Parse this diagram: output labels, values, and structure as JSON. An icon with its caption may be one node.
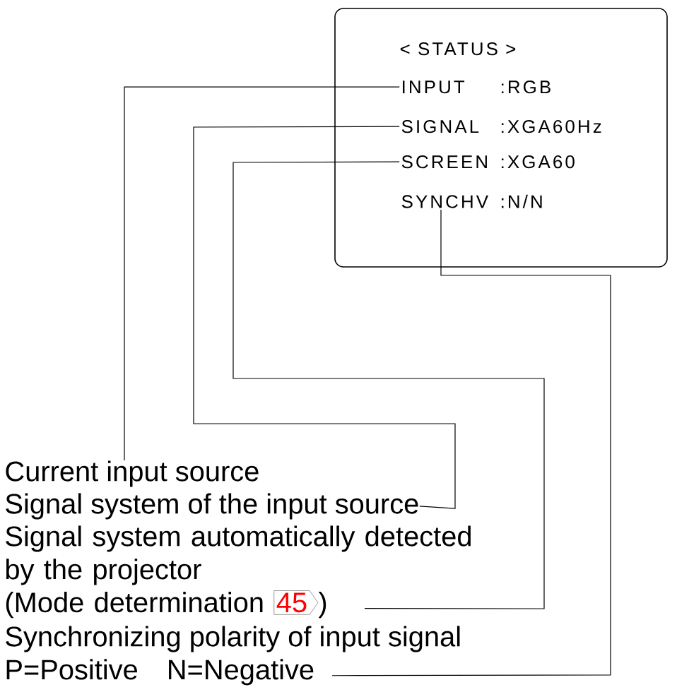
{
  "diagram": {
    "nodes": [
      {
        "text": [
          "< STATUS >"
        ]
      },
      {
        "text": [
          "INPUT",
          ":RGB"
        ],
        "in": 0
      },
      {
        "text": [
          "SIGNAL",
          ":XGA60Hz"
        ],
        "in": 0
      },
      {
        "text": [
          "SCREEN",
          ":XGA60"
        ],
        "in": 0
      },
      {
        "text": [
          "SYNCHV",
          ":N/N"
        ],
        "in": 0
      },
      {
        "text": [
          "Current input source"
        ]
      },
      {
        "text": [
          "Signal system of the input source"
        ]
      },
      {
        "text": [
          "Signal system automatically detected by the projector",
          "(Mode determination",
          "45",
          ")"
        ]
      },
      {
        "text": [
          "Synchronizing polarity of input signal",
          "P=Positive",
          "N=Negative"
        ]
      }
    ],
    "edges": [
      {
        "from": 5,
        "to": 1,
        "arrow": "none"
      },
      {
        "from": 6,
        "to": 2,
        "arrow": "none"
      },
      {
        "from": 7,
        "to": 3,
        "arrow": "none"
      },
      {
        "from": 8,
        "to": 4,
        "arrow": "none"
      }
    ]
  }
}
